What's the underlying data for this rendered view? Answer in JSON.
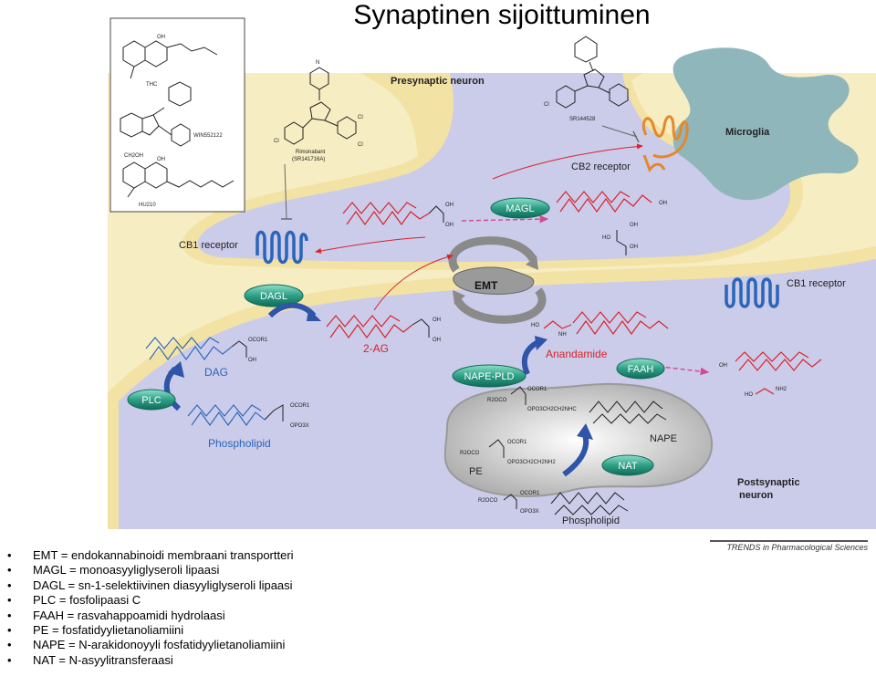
{
  "title": "Synaptinen sijoittuminen",
  "diagram": {
    "presynaptic_label": "Presynaptic neuron",
    "postsynaptic_label_line1": "Postsynaptic",
    "postsynaptic_label_line2": "neuron",
    "microglia_label": "Microglia",
    "cb2_receptor_label": "CB2 receptor",
    "cb1_receptor_pre_label": "CB1 receptor",
    "cb1_receptor_post_label": "CB1 receptor",
    "emt_label": "EMT",
    "magl_label": "MAGL",
    "dagl_label": "DAGL",
    "plc_label": "PLC",
    "nape_pld_label": "NAPE-PLD",
    "faah_label": "FAAH",
    "nat_label": "NAT",
    "two_ag_label": "2-AG",
    "anandamide_label": "Anandamide",
    "dag_label": "DAG",
    "phospholipid_label": "Phospholipid",
    "phospholipid_bottom_label": "Phospholipid",
    "nape_label": "NAPE",
    "pe_label": "PE",
    "structures": {
      "thc": "THC",
      "win": "WIN552122",
      "hu": "HU210",
      "rimonabant_line1": "Rimonabant",
      "rimonabant_line2": "(SR141716A)",
      "sr144528": "SR144528"
    },
    "chem_labels": {
      "ocor1_dag": "OCOR1",
      "oh_dag": "OH",
      "ocor1_pl": "OCOR1",
      "opo3x_pl": "OPO3X",
      "ocor1_nape": "OCOR1",
      "r2oco_nape": "R2OCO",
      "opo3_nape": "OPO3CH2CH2NHC",
      "r2oco_pe": "R2OCO",
      "ocor1_pe": "OCOR1",
      "opo3_pe": "OPO3CH2CH2NH2",
      "r2oco_pl2": "R2OCO",
      "ocor1_pl2": "OCOR1",
      "opo3x_pl2": "OPO3X",
      "oh1": "OH",
      "oh2": "OH",
      "oh3": "OH",
      "ho1": "HO",
      "oh4": "OH",
      "oh5": "OH",
      "oh6": "OH",
      "oh7": "OH",
      "oh8": "OH",
      "ho2": "HO",
      "nh": "NH",
      "nh2": "NH2",
      "oh9": "OH",
      "ho3": "HO",
      "n": "N",
      "oh10": "OH",
      "oh11": "OH",
      "cl1": "Cl",
      "cl2": "Cl",
      "cl3": "Cl",
      "ch2oh": "CH2OH",
      "oh12": "OH",
      "oh13": "OH"
    }
  },
  "credit": "TRENDS in Pharmacological Sciences",
  "bullets": [
    "EMT = endokannabinoidi membraani transportteri",
    "MAGL = monoasyyliglyseroli lipaasi",
    "DAGL = sn-1-selektiivinen diasyyliglyseroli lipaasi",
    "PLC = fosfolipaasi C",
    "FAAH = rasvahappoamidi hydrolaasi",
    "PE = fosfatidyylietanoliamiini",
    "NAPE = N-arakidonoyyli fosfatidyylietanoliamiini",
    "NAT = N-asyylitransferaasi"
  ],
  "bullet_symbol": "•",
  "colors": {
    "cleft": "#f7edc3",
    "pre_membrane": "#f2e2a4",
    "neuron_fill": "#cbcbea",
    "microglia": "#8fb6ba",
    "enzyme": "#2f9f86",
    "arrow_blue": "#2f54a8",
    "lipid_red": "#d8232a",
    "receptor_blue": "#2a65b8",
    "cb2_orange": "#e6872a"
  }
}
